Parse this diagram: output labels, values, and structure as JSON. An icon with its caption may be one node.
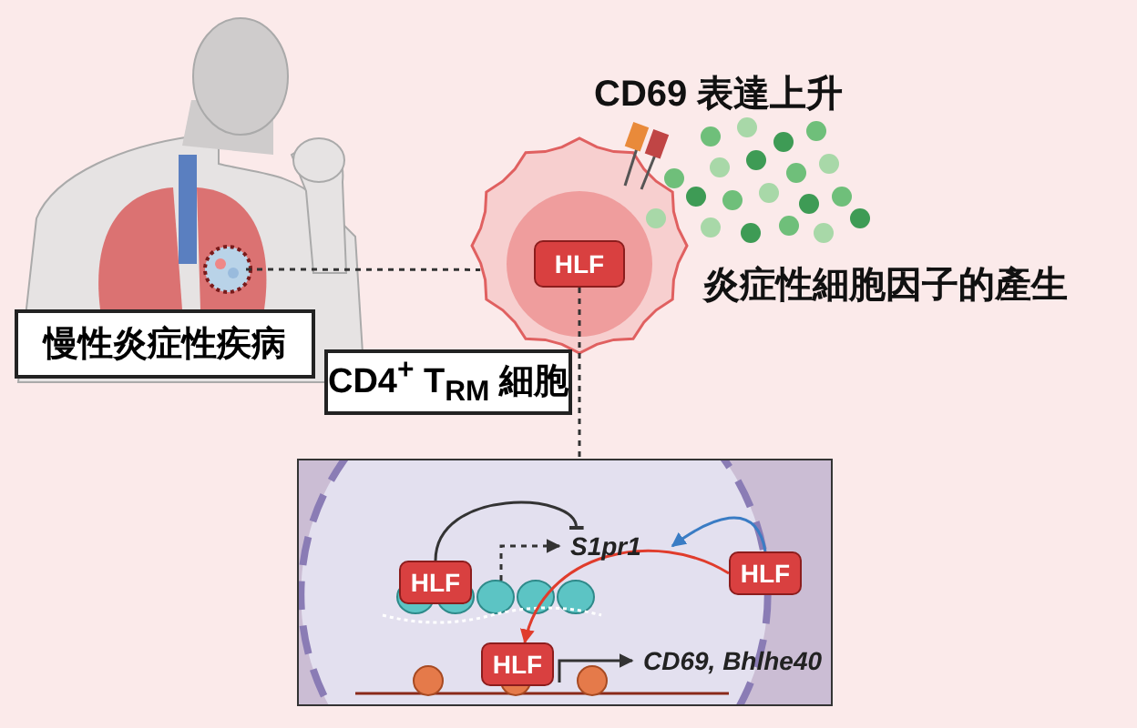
{
  "diagram": {
    "nodes": [
      {
        "text": [
          "慢性炎症性疾病"
        ]
      },
      {
        "text": [],
        "shape": "circle"
      },
      {
        "text": [],
        "shape": "circle"
      },
      {
        "text": [
          "HLF"
        ],
        "in": 2
      },
      {
        "text": [
          "CD4$^{+}$ T$_{RM}$ 細胞"
        ]
      },
      {
        "text": [],
        "shape": "box"
      },
      {
        "text": [
          "HLF"
        ],
        "in": 5
      },
      {
        "text": [
          "S1pr1"
        ],
        "in": 5
      },
      {
        "text": [
          "HLF"
        ],
        "in": 5
      },
      {
        "text": [
          "CD69, Bhlhe40"
        ],
        "in": 5
      },
      {
        "text": [
          "HLF"
        ],
        "in": 5
      }
    ],
    "edges": [
      {
        "from": 1,
        "to": 2,
        "arrow": "none",
        "style": "dashed"
      },
      {
        "from": 3,
        "to": 5,
        "arrow": "none",
        "style": "dashed"
      },
      {
        "from": 6,
        "to": 7,
        "arrow": "other"
      },
      {
        "from": 10,
        "to": 7,
        "arrow": "to",
        "color": "#3a7cc4"
      },
      {
        "from": 10,
        "to": 8,
        "arrow": "to",
        "color": "#e03c2c"
      },
      {
        "from": null,
        "to": 7,
        "arrow": "to",
        "style": "dashed"
      },
      {
        "from": null,
        "to": 9,
        "arrow": "to"
      }
    ],
    "labels": [
      "CD69 表達上升",
      "炎症性細胞因子的產生"
    ]
  }
}
